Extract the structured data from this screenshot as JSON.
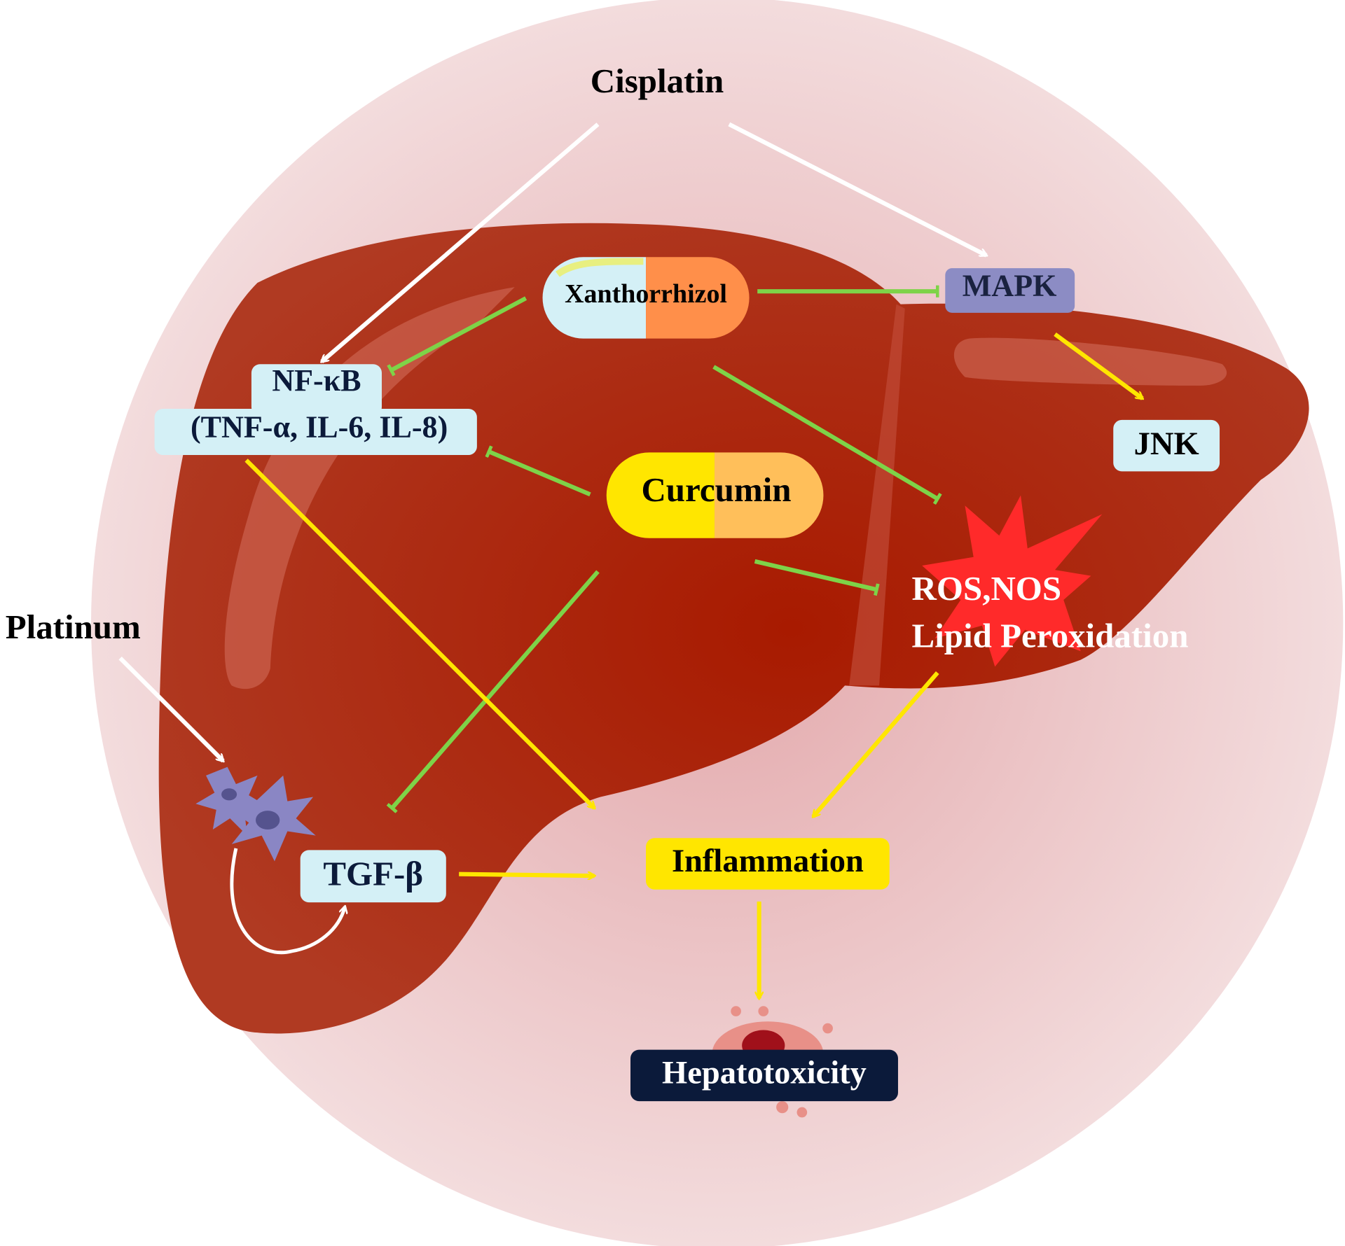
{
  "labels": {
    "cisplatin": "Cisplatin",
    "platinum": "Platinum",
    "xanthorrhizol": "Xanthorrhizol",
    "curcumin": "Curcumin",
    "mapk": "MAPK",
    "jnk": "JNK",
    "nfkb": "NF-κB",
    "cytokines": "(TNF-α, IL-6, IL-8)",
    "ros_line1": "ROS,NOS",
    "ros_line2": "Lipid Peroxidation",
    "tgf": "TGF-β",
    "inflammation": "Inflammation",
    "hepatotoxicity": "Hepatotoxicity"
  },
  "colors": {
    "liver": "#a8220e",
    "background_circle": "#efd2d4",
    "inhibition": "#7ed348",
    "activation": "#ffe600",
    "box": "#d4f0f6",
    "mapk_box": "#8c8cc4",
    "hepatotoxicity_box": "#0b1a3a",
    "ros_star": "#ff2a2a"
  }
}
